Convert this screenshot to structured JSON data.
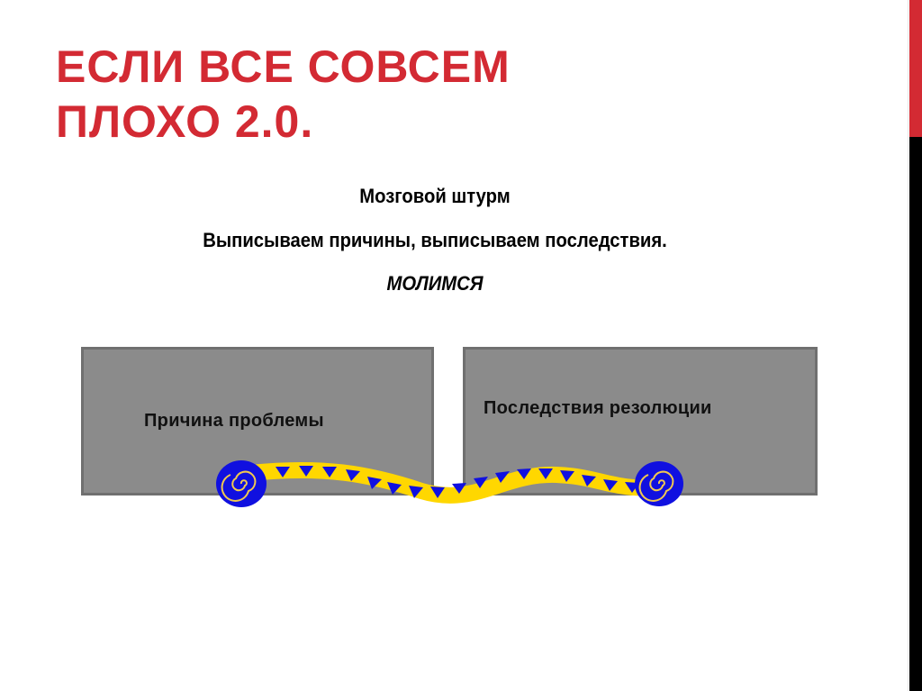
{
  "slide": {
    "title_line1": "ЕСЛИ ВСЕ СОВСЕМ",
    "title_line2": "ПЛОХО 2.0.",
    "lines": [
      "Мозговой штурм",
      "Выписываем причины, выписываем последствия.",
      "МОЛИМСЯ"
    ],
    "boxes": {
      "left": "Причина проблемы",
      "right": "Последствия резолюции"
    }
  },
  "colors": {
    "accent_red": "#d32a33",
    "box_gray": "#8b8b8b",
    "rope_yellow": "#ffd700",
    "rope_blue": "#1010e0"
  },
  "icons": {
    "left_end": "spiral-icon",
    "right_end": "spiral-icon",
    "connector": "bunting-rope-icon"
  }
}
